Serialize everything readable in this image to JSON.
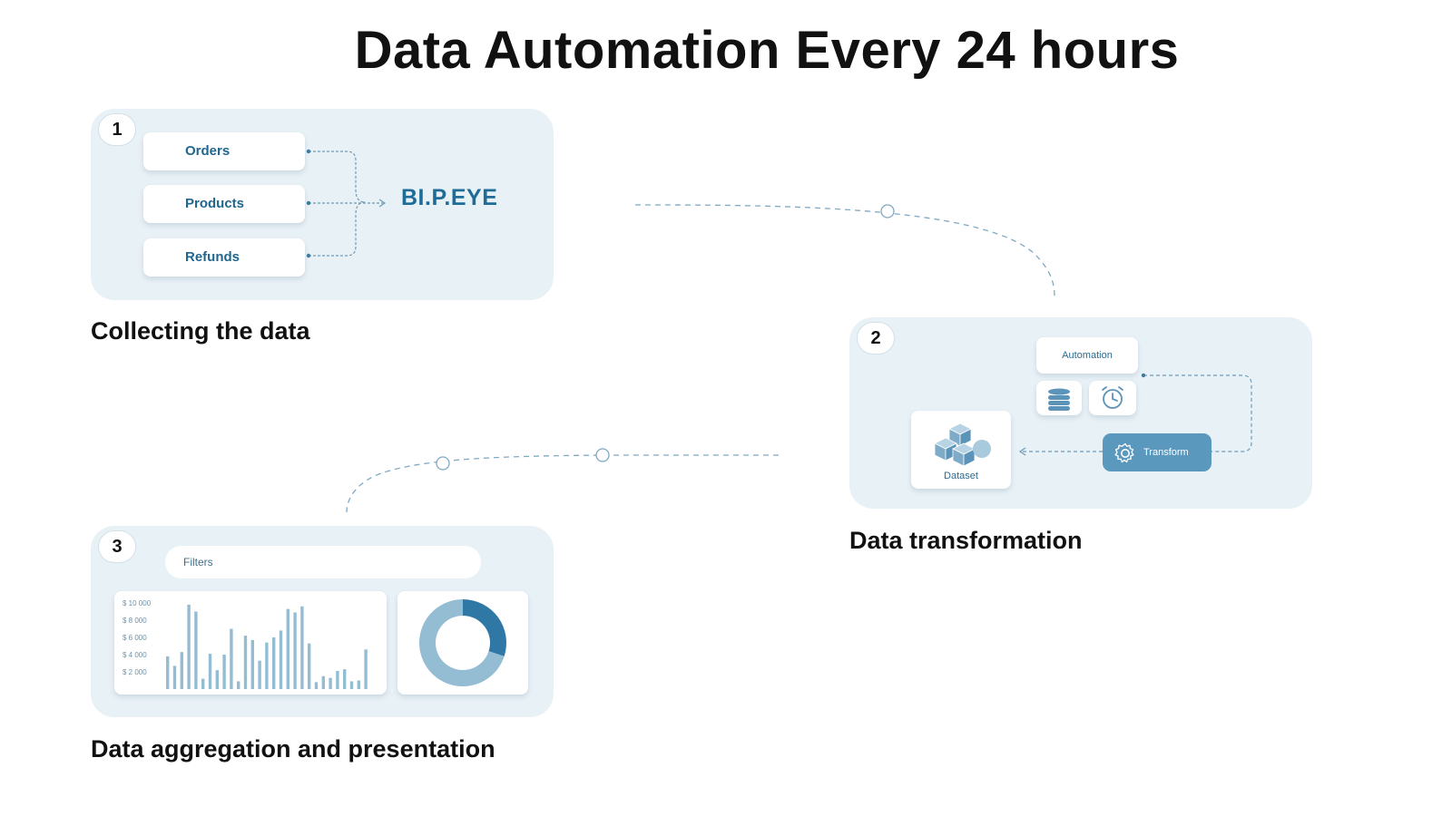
{
  "title": "Data Automation Every 24 hours",
  "step1": {
    "number": "1",
    "sources": [
      "Orders",
      "Products",
      "Refunds"
    ],
    "brand": "BI.P.EYE",
    "caption": "Collecting the data"
  },
  "step2": {
    "number": "2",
    "automation_label": "Automation",
    "transform_label": "Transform",
    "dataset_label": "Dataset",
    "caption": "Data transformation",
    "icons": [
      "database-icon",
      "alarm-clock-icon",
      "gear-icon",
      "cubes-icon"
    ]
  },
  "step3": {
    "number": "3",
    "filters_label": "Filters",
    "y_ticks": [
      "$ 10 000",
      "$ 8 000",
      "$ 6 000",
      "$ 4 000",
      "$ 2 000"
    ],
    "caption": "Data aggregation and presentation"
  },
  "chart_data": [
    {
      "type": "bar",
      "ylim": [
        0,
        10000
      ],
      "y_ticks": [
        10000,
        8000,
        6000,
        4000,
        2000
      ],
      "values": [
        3800,
        2700,
        4300,
        9800,
        9000,
        1200,
        4100,
        2200,
        4000,
        7000,
        900,
        6200,
        5700,
        3300,
        5400,
        6000,
        6800,
        9300,
        8900,
        9600,
        5300,
        800,
        1500,
        1300,
        2100,
        2300,
        900,
        1000,
        4600
      ]
    },
    {
      "type": "pie",
      "donut": true,
      "slices": [
        {
          "value": 30,
          "color": "#2f78a6"
        },
        {
          "value": 70,
          "color": "#94bcd3"
        }
      ]
    }
  ],
  "colors": {
    "panel": "#e8f1f6",
    "accent": "#1f6c98",
    "transform_button": "#5b98be",
    "connector": "#7fa9c3"
  }
}
